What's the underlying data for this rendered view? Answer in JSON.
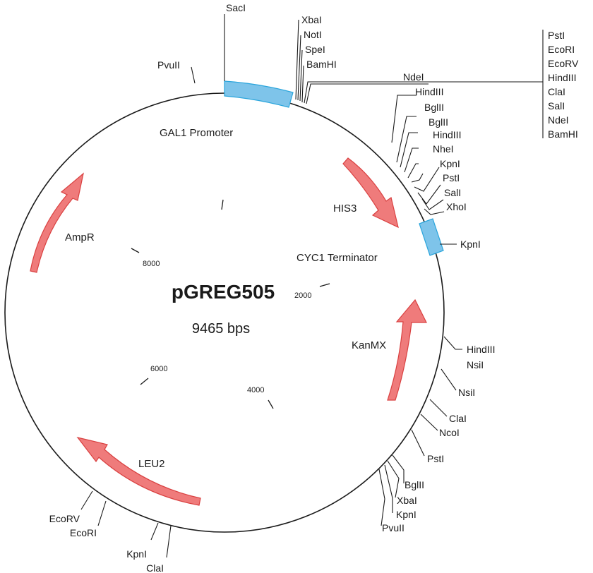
{
  "plasmid": {
    "name": "pGREG505",
    "size_label": "9465 bps"
  },
  "colors": {
    "arrow_fill": "#ef7b7b",
    "arrow_stroke": "#d94040",
    "box_fill": "#7ec4ea",
    "box_stroke": "#2aa5dc",
    "line": "#1a1a1a"
  },
  "ticks": [
    "2000",
    "4000",
    "6000",
    "8000"
  ],
  "features": {
    "gal1": "GAL1 Promoter",
    "his3": "HIS3",
    "cyc1": "CYC1 Terminator",
    "kanmx": "KanMX",
    "leu2": "LEU2",
    "ampr": "AmpR"
  },
  "sites": {
    "sac1": "SacI",
    "pvu2_top": "PvuII",
    "mcs1": [
      "XbaI",
      "NotI",
      "SpeI",
      "BamHI"
    ],
    "nde1": "NdeI",
    "far_list": [
      "PstI",
      "EcoRI",
      "EcoRV",
      "HindIII",
      "ClaI",
      "SalI",
      "NdeI",
      "BamHI"
    ],
    "mcs2": [
      "HindIII",
      "BglII",
      "BglII",
      "HindIII",
      "NheI",
      "KpnI",
      "PstI",
      "SalI",
      "XhoI"
    ],
    "kpn_cyc": "KpnI",
    "hind_nsi": [
      "HindIII",
      "NsiI"
    ],
    "nsi": "NsiI",
    "cla": "ClaI",
    "nco": "NcoI",
    "pst": "PstI",
    "lower": [
      "BglII",
      "XbaI",
      "KpnI",
      "PvuII"
    ],
    "ecorv": "EcoRV",
    "ecori": "EcoRI",
    "kpn_bottom": "KpnI",
    "cla_bottom": "ClaI"
  }
}
